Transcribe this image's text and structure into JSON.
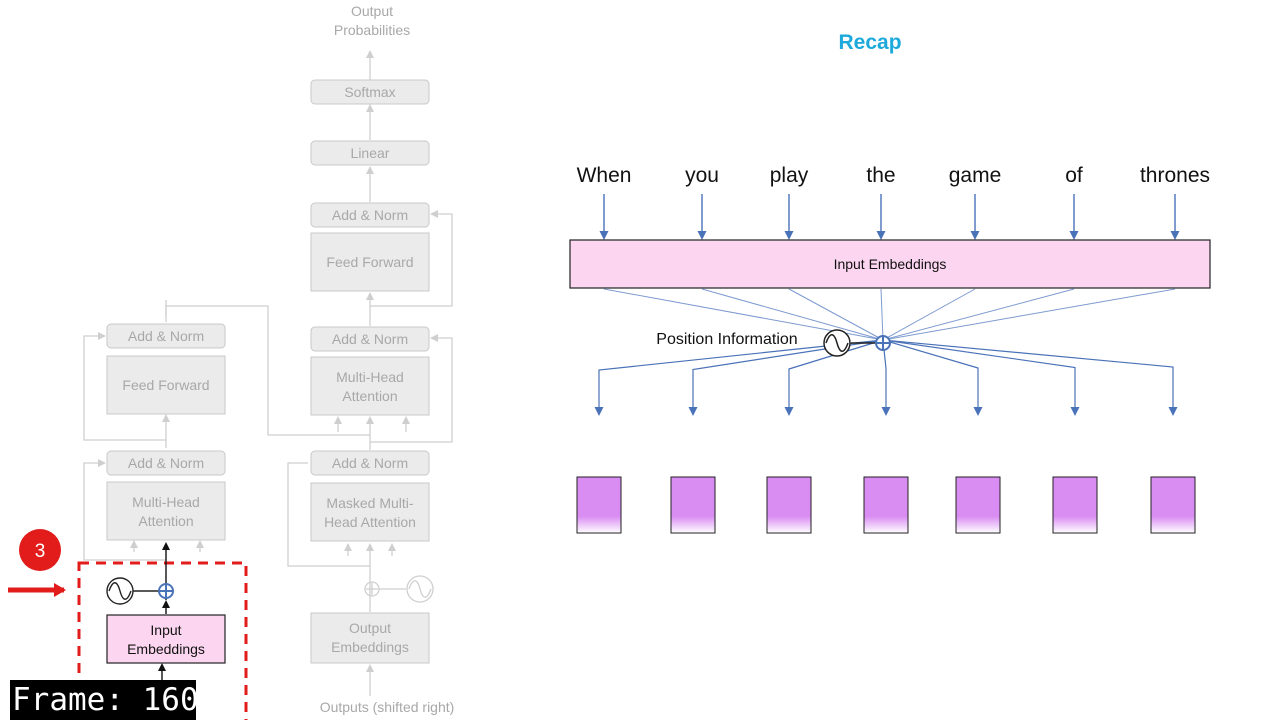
{
  "slide": {
    "title": "Recap",
    "frame_label": "Frame: 160",
    "colors": {
      "title": "#1da9dc",
      "arrow": "#4a72b8",
      "embedding_fill": "#fcd6f0",
      "vector_fill": "#d98cf2",
      "callout_red": "#e21b1b",
      "faded_box_fill": "#ebebeb",
      "faded_text": "#a8a8a8"
    }
  },
  "transformer": {
    "output_probabilities": "Output Probabilities",
    "softmax": "Softmax",
    "linear": "Linear",
    "decoder_add_norm_top": "Add & Norm",
    "decoder_feed_forward": "Feed Forward",
    "decoder_add_norm_mid": "Add & Norm",
    "decoder_multi_head": "Multi-Head Attention",
    "decoder_add_norm_low": "Add & Norm",
    "decoder_masked": "Masked Multi-Head Attention",
    "output_embeddings": "Output Embeddings",
    "outputs_shifted": "Outputs (shifted right)",
    "encoder_add_norm_top": "Add & Norm",
    "encoder_feed_forward": "Feed Forward",
    "encoder_add_norm_low": "Add & Norm",
    "encoder_multi_head": "Multi-Head Attention",
    "input_embeddings": "Input Embeddings",
    "step_badge": "3"
  },
  "recap": {
    "words": [
      "When",
      "you",
      "play",
      "the",
      "game",
      "of",
      "thrones"
    ],
    "input_embeddings_label": "Input Embeddings",
    "position_label": "Position Information",
    "output_vector_count": 7
  }
}
